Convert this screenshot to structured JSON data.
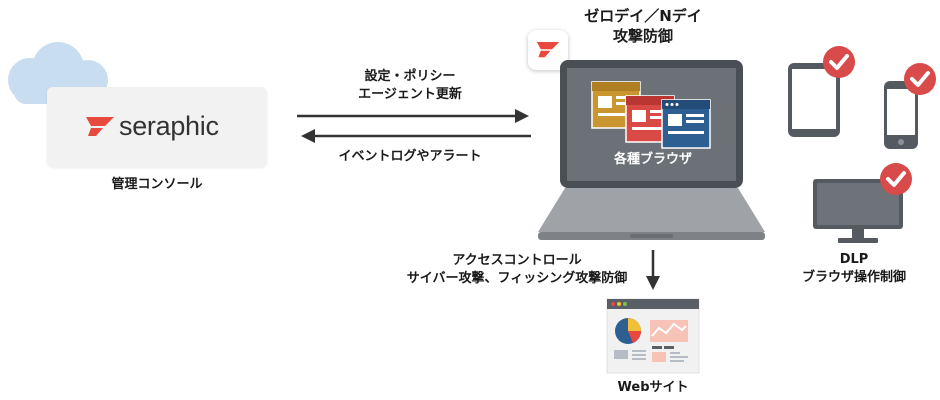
{
  "console": {
    "brand": "seraphic",
    "label": "管理コンソール"
  },
  "arrows": {
    "to_browser_line1": "設定・ポリシー",
    "to_browser_line2": "エージェント更新",
    "to_console": "イベントログやアラート"
  },
  "top_title": {
    "line1": "ゼロデイ／Nデイ",
    "line2": "攻撃防御"
  },
  "laptop": {
    "browsers_label": "各種ブラウザ"
  },
  "down_arrow_label": {
    "line1": "アクセスコントロール",
    "line2": "サイバー攻撃、フィッシング攻撃防御"
  },
  "website": {
    "label": "Webサイト"
  },
  "dlp": {
    "line1": "DLP",
    "line2": "ブラウザ操作制御"
  },
  "colors": {
    "brand_red": "#e8483d",
    "cloud_blue": "#c9ddf0",
    "device_gray": "#555a60",
    "check_red": "#d94a4a"
  }
}
